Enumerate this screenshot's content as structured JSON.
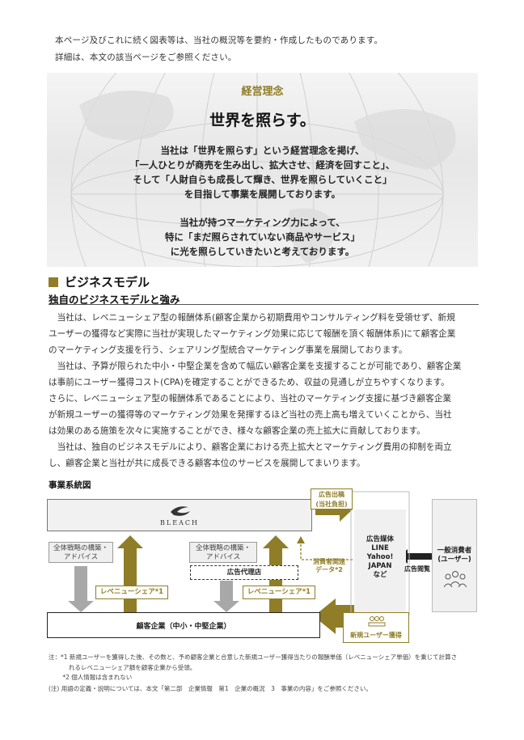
{
  "intro": [
    "本ページ及びこれに続く図表等は、当社の概況等を要約・作成したものであります。",
    "詳細は、本文の該当ページをご参照ください。"
  ],
  "philosophy": {
    "label": "経営理念",
    "title": "世界を照らす。",
    "paragraph1": [
      "当社は「世界を照らす」という経営理念を掲げ、",
      "「一人ひとりが商売を生み出し、拡大させ、経済を回すこと」、",
      "そして「人財自らも成長して輝き、世界を照らしていくこと」",
      "を目指して事業を展開しております。"
    ],
    "paragraph2": [
      "当社が持つマーケティング力によって、",
      "特に「まだ照らされていない商品やサービス」",
      "に光を照らしていきたいと考えております。"
    ]
  },
  "business_model": {
    "heading": "ビジネスモデル",
    "subheading": "独自のビジネスモデルと強み",
    "lines": [
      "　当社は、レベニューシェア型の報酬体系(顧客企業から初期費用やコンサルティング料を受領せず、新規",
      "ユーザーの獲得など実際に当社が実現したマーケティング効果に応じて報酬を頂く報酬体系)にて顧客企業",
      "のマーケティング支援を行う、シェアリング型統合マーケティング事業を展開しております。",
      "　当社は、予算が限られた中小・中堅企業を含めて幅広い顧客企業を支援することが可能であり、顧客企業",
      "は事前にユーザー獲得コスト(CPA)を確定することができるため、収益の見通しが立ちやすくなります。",
      "さらに、レベニューシェア型の報酬体系であることにより、当社のマーケティング支援に基づき顧客企業",
      "が新規ユーザーの獲得等のマーケティング効果を発揮するほど当社の売上高も増えていくことから、当社",
      "は効果のある施策を次々に実施することができ、様々な顧客企業の売上拡大に貢献しております。",
      "　当社は、独自のビジネスモデルにより、顧客企業における売上拡大とマーケティング費用の抑制を両立",
      "し、顧客企業と当社が共に成長できる顧客本位のサービスを展開してまいります。"
    ]
  },
  "diagram": {
    "title": "事業系統図",
    "bleach": "BLEACH",
    "ad_placement": [
      "広告出稿",
      "(当社負担)"
    ],
    "media": [
      "広告媒体",
      "LINE",
      "Yahoo! JAPAN",
      "など"
    ],
    "consumer": [
      "一般消費者",
      "(ユーザー)"
    ],
    "ad_view": "広告閲覧",
    "strategy1": [
      "全体戦略の構築・",
      "アドバイス"
    ],
    "strategy2": [
      "全体戦略の構築・",
      "アドバイス"
    ],
    "revshare1": "レベニューシェア*1",
    "revshare2": "レベニューシェア*1",
    "agency": "広告代理店",
    "consumer_data": [
      "消費者関連",
      "データ*2"
    ],
    "client": "顧客企業（中小・中堅企業）",
    "new_user": "新規ユーザー獲得"
  },
  "notes": [
    "注：*1 新規ユーザーを獲得した後、その数と、予め顧客企業と合意した新規ユーザー獲得当たりの報酬単価（レベニューシェア単価）を乗じて計算さ",
    "　　　 れるレベニューシェア額を顧客企業から受領。",
    "　　 *2 個人情報は含まれない",
    "(注) 用語の定義・説明については、本文「第二部　企業情報　第1　企業の概況　3　事業の内容」をご参照ください。"
  ],
  "colors": {
    "accent": "#8f7d27",
    "gray": "#9a9a9a"
  }
}
